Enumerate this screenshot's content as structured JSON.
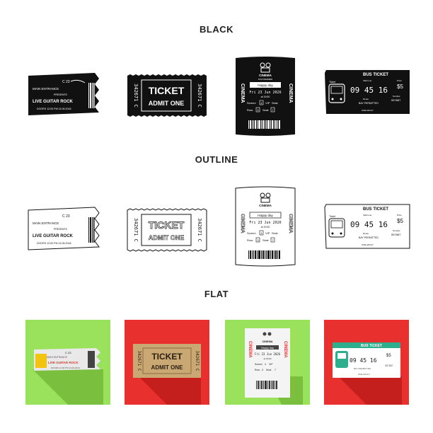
{
  "sections": {
    "black": "BLACK",
    "outline": "OUTLINE",
    "flat": "FLAT"
  },
  "concert": {
    "number": "C 23",
    "main_entrance": "MAIN ENTRANCE",
    "presents": "PRESENTS",
    "band": "LIVE GUITAR ROCK",
    "date": "DOORS 12:00 PM 14.06.2018"
  },
  "admit": {
    "title": "TICKET",
    "subtitle": "ADMIT ONE",
    "serial": "342671 C"
  },
  "cinema": {
    "name": "CINEMA",
    "sub": "FILM PREMIERE",
    "film": "Happy day",
    "date": "Fri 23 Jun 2026",
    "time": "at 19:00",
    "screen_label": "Screen",
    "screen": "4",
    "vip": "VIP",
    "seat_label": "Seat:",
    "row_label": "Row:",
    "row": "3",
    "seat": "7"
  },
  "bus": {
    "title": "BUS TICKET",
    "ticket_label": "Ticket",
    "valid_label": "Valid one",
    "time": "09 45 16",
    "price_label": "Price",
    "price": "$5",
    "route_label": "Route",
    "route": "BAY PERMITTED",
    "number_label": "Number",
    "number": "557887",
    "footer": "ONE ADULT"
  },
  "colors": {
    "green_bg": "#9be25c",
    "red_bg": "#e8312f",
    "shadow_green": "#7ac03e",
    "shadow_red": "#c41f1d",
    "ticket_beige": "#c9a873",
    "ticket_beige_dark": "#8a6b3e",
    "bus_teal": "#2fae8e",
    "cinema_red": "#e8312f"
  }
}
